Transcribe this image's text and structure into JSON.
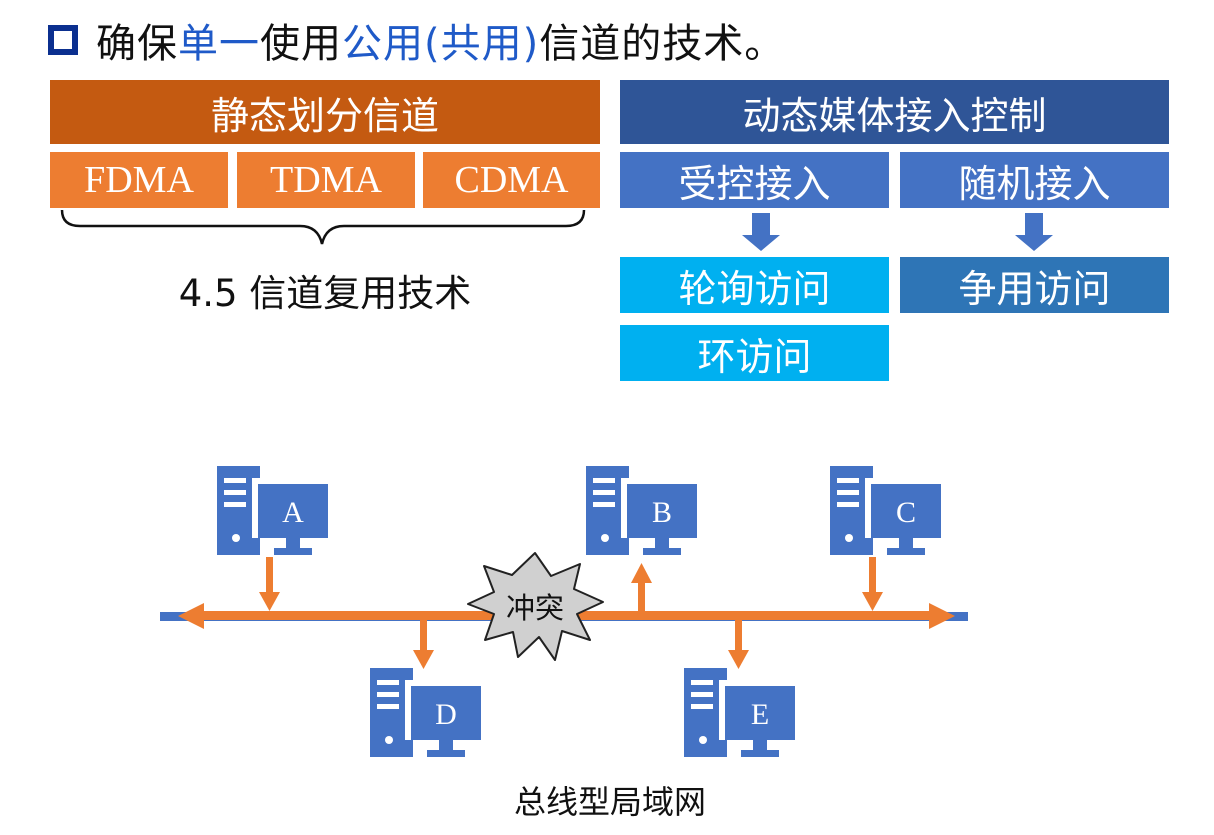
{
  "title": {
    "parts": [
      "确保",
      "单一",
      "使用",
      "公用(共用)",
      "信道的技术。"
    ]
  },
  "static_division": {
    "header": "静态划分信道",
    "items": [
      "FDMA",
      "TDMA",
      "CDMA"
    ],
    "brace_label": "4.5 信道复用技术"
  },
  "dynamic_access": {
    "header": "动态媒体接入控制",
    "controlled": "受控接入",
    "random": "随机接入",
    "controlled_methods": [
      "轮询访问",
      "环访问"
    ],
    "random_methods": [
      "争用访问"
    ]
  },
  "bus_lan": {
    "hosts": [
      "A",
      "B",
      "C",
      "D",
      "E"
    ],
    "collision_label": "冲突",
    "caption": "总线型局域网"
  },
  "colors": {
    "title_blue": "#1f5ac8",
    "static_header": "#c45a11",
    "static_items": "#ed7d31",
    "dynamic_header": "#2f5597",
    "dynamic_sub": "#4472c4",
    "polling": "#00b0f0",
    "contention": "#2e75b6",
    "computer": "#4472c4",
    "signal": "#ed7d31"
  }
}
